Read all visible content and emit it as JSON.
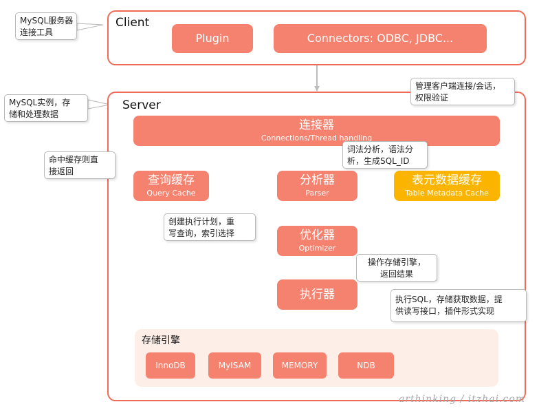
{
  "client": {
    "title": "Client",
    "plugin_label": "Plugin",
    "connectors_label": "Connectors: ODBC, JDBC..."
  },
  "server": {
    "title": "Server",
    "connector": {
      "title": "连接器",
      "subtitle": "Connections/Thread handling"
    },
    "query_cache": {
      "title": "查询缓存",
      "subtitle": "Query Cache"
    },
    "parser": {
      "title": "分析器",
      "subtitle": "Parser"
    },
    "metadata_cache": {
      "title": "表元数据缓存",
      "subtitle": "Table Metadata Cache"
    },
    "optimizer": {
      "title": "优化器",
      "subtitle": "Optimizer"
    },
    "executor": {
      "title": "执行器"
    },
    "storage": {
      "title": "存储引擎",
      "engines": [
        "InnoDB",
        "MyISAM",
        "MEMORY",
        "NDB"
      ]
    }
  },
  "notes": {
    "client_desc": [
      "MySQL服务器",
      "连接工具"
    ],
    "server_desc": [
      "MySQL实例，存",
      "储和处理数据"
    ],
    "connector_desc": [
      "管理客户端连接/会话，",
      "权限验证"
    ],
    "parser_desc": [
      "词法分析，语法分",
      "析，生成SQL_ID"
    ],
    "cache_desc": [
      "命中缓存则直",
      "接返回"
    ],
    "optimizer_desc": [
      "创建执行计划，重",
      "写查询，索引选择"
    ],
    "executor_desc": [
      "操作存储引擎，",
      "返回结果"
    ],
    "storage_desc": [
      "执行SQL，存储获取数据，提",
      "供读写接口，插件形式实现"
    ]
  },
  "watermark": "arthinking / itzhai.com",
  "colors": {
    "block": "#f5826f",
    "border": "#f06a58",
    "yellow": "#fbb500",
    "storage_bg": "#fdeee8",
    "arrow": "#bdbdbd"
  }
}
